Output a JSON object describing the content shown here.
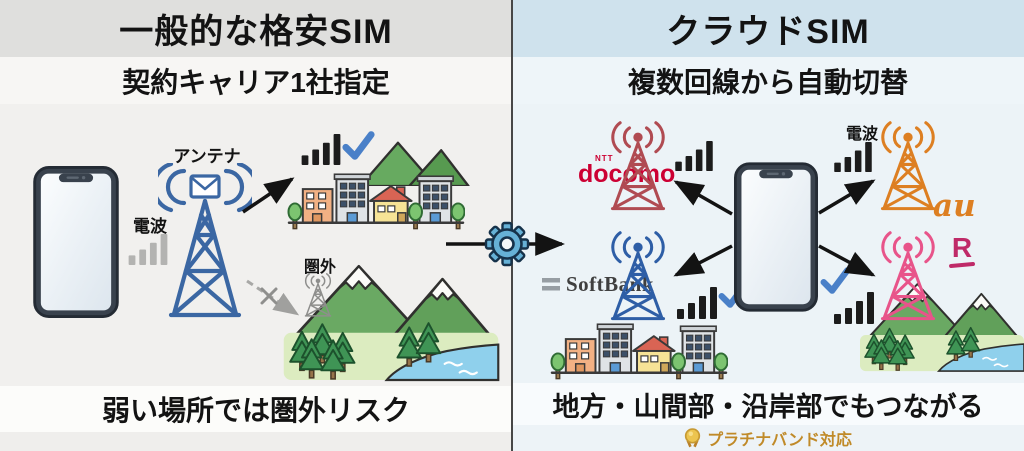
{
  "left": {
    "title": "一般的な格安SIM",
    "subtitle": "契約キャリア1社指定",
    "antenna_label": "アンテナ",
    "signal_label": "電波",
    "out_of_area_label": "圏外",
    "caption": "弱い場所では圏外リスク"
  },
  "right": {
    "title": "クラウドSIM",
    "subtitle": "複数回線から自動切替",
    "signal_label": "電波",
    "caption": "地方・山間部・沿岸部でもつながる",
    "badge": "プラチナバンド対応",
    "carriers": {
      "docomo": {
        "sub": "NTT",
        "name": "docomo"
      },
      "softbank": {
        "name": "SoftBank"
      },
      "au": {
        "name": "au"
      },
      "rakuten": {
        "name": "R"
      }
    }
  },
  "colors": {
    "left_header_bg": "#dfdfdd",
    "right_header_bg": "#cfe2ed",
    "docomo_logo": "#cc0033",
    "docomo_tower": "#b04b52",
    "softbank_tower": "#2e5ea6",
    "au_brand": "#dd7f22",
    "rakuten_tower": "#e8548a",
    "rakuten_logo": "#bf2a68",
    "antenna_blue": "#3b67a3",
    "check_blue": "#4a80c8",
    "gear_blue": "#66b1d6",
    "badge_gold": "#c08a28"
  }
}
